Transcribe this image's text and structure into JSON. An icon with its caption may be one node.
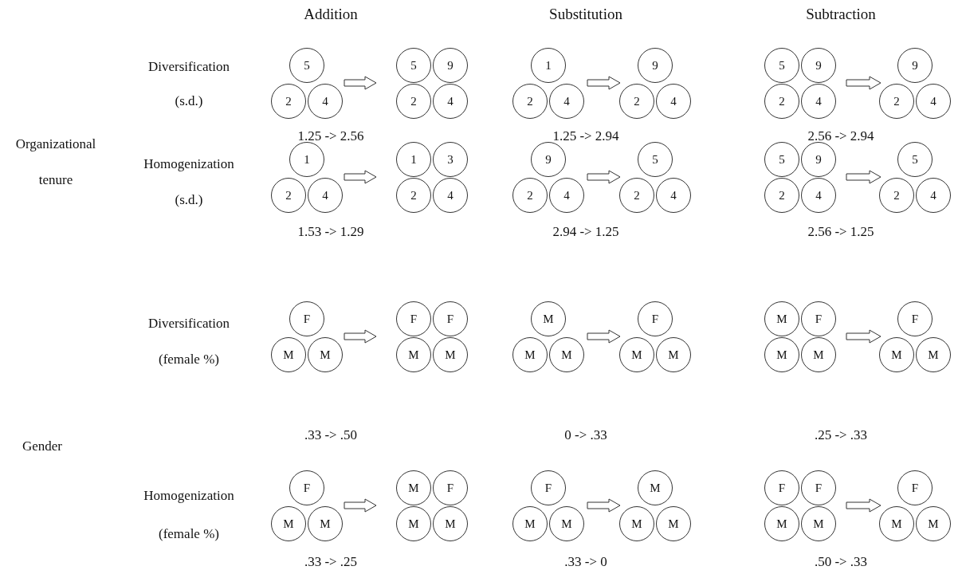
{
  "diagram": {
    "nodes": [
      {
        "text": [],
        "shape": "cluster"
      },
      {
        "text": [
          "5"
        ],
        "in": 0
      },
      {
        "text": [
          "2"
        ],
        "in": 0
      },
      {
        "text": [
          "4"
        ],
        "in": 0
      },
      {
        "text": [],
        "shape": "cluster"
      },
      {
        "text": [
          "5"
        ],
        "in": 4
      },
      {
        "text": [
          "9"
        ],
        "in": 4
      },
      {
        "text": [
          "2"
        ],
        "in": 4
      },
      {
        "text": [
          "4"
        ],
        "in": 4
      },
      {
        "text": [],
        "shape": "cluster"
      },
      {
        "text": [
          "1"
        ],
        "in": 9
      },
      {
        "text": [
          "2"
        ],
        "in": 9
      },
      {
        "text": [
          "4"
        ],
        "in": 9
      },
      {
        "text": [],
        "shape": "cluster"
      },
      {
        "text": [
          "9"
        ],
        "in": 13
      },
      {
        "text": [
          "2"
        ],
        "in": 13
      },
      {
        "text": [
          "4"
        ],
        "in": 13
      },
      {
        "text": [],
        "shape": "cluster"
      },
      {
        "text": [
          "5"
        ],
        "in": 17
      },
      {
        "text": [
          "9"
        ],
        "in": 17
      },
      {
        "text": [
          "2"
        ],
        "in": 17
      },
      {
        "text": [
          "4"
        ],
        "in": 17
      },
      {
        "text": [],
        "shape": "cluster"
      },
      {
        "text": [
          "9"
        ],
        "in": 22
      },
      {
        "text": [
          "2"
        ],
        "in": 22
      },
      {
        "text": [
          "4"
        ],
        "in": 22
      },
      {
        "text": [],
        "shape": "cluster"
      },
      {
        "text": [
          "1"
        ],
        "in": 26
      },
      {
        "text": [
          "2"
        ],
        "in": 26
      },
      {
        "text": [
          "4"
        ],
        "in": 26
      },
      {
        "text": [],
        "shape": "cluster"
      },
      {
        "text": [
          "1"
        ],
        "in": 30
      },
      {
        "text": [
          "3"
        ],
        "in": 30
      },
      {
        "text": [
          "2"
        ],
        "in": 30
      },
      {
        "text": [
          "4"
        ],
        "in": 30
      },
      {
        "text": [],
        "shape": "cluster"
      },
      {
        "text": [
          "9"
        ],
        "in": 35
      },
      {
        "text": [
          "2"
        ],
        "in": 35
      },
      {
        "text": [
          "4"
        ],
        "in": 35
      },
      {
        "text": [],
        "shape": "cluster"
      },
      {
        "text": [
          "5"
        ],
        "in": 39
      },
      {
        "text": [
          "2"
        ],
        "in": 39
      },
      {
        "text": [
          "4"
        ],
        "in": 39
      },
      {
        "text": [],
        "shape": "cluster"
      },
      {
        "text": [
          "5"
        ],
        "in": 43
      },
      {
        "text": [
          "9"
        ],
        "in": 43
      },
      {
        "text": [
          "2"
        ],
        "in": 43
      },
      {
        "text": [
          "4"
        ],
        "in": 43
      },
      {
        "text": [],
        "shape": "cluster"
      },
      {
        "text": [
          "5"
        ],
        "in": 48
      },
      {
        "text": [
          "2"
        ],
        "in": 48
      },
      {
        "text": [
          "4"
        ],
        "in": 48
      },
      {
        "text": [],
        "shape": "cluster"
      },
      {
        "text": [
          "F"
        ],
        "in": 52
      },
      {
        "text": [
          "M"
        ],
        "in": 52
      },
      {
        "text": [
          "M"
        ],
        "in": 52
      },
      {
        "text": [],
        "shape": "cluster"
      },
      {
        "text": [
          "F"
        ],
        "in": 56
      },
      {
        "text": [
          "F"
        ],
        "in": 56
      },
      {
        "text": [
          "M"
        ],
        "in": 56
      },
      {
        "text": [
          "M"
        ],
        "in": 56
      },
      {
        "text": [],
        "shape": "cluster"
      },
      {
        "text": [
          "M"
        ],
        "in": 61
      },
      {
        "text": [
          "M"
        ],
        "in": 61
      },
      {
        "text": [
          "M"
        ],
        "in": 61
      },
      {
        "text": [],
        "shape": "cluster"
      },
      {
        "text": [
          "F"
        ],
        "in": 65
      },
      {
        "text": [
          "M"
        ],
        "in": 65
      },
      {
        "text": [
          "M"
        ],
        "in": 65
      },
      {
        "text": [],
        "shape": "cluster"
      },
      {
        "text": [
          "M"
        ],
        "in": 69
      },
      {
        "text": [
          "F"
        ],
        "in": 69
      },
      {
        "text": [
          "M"
        ],
        "in": 69
      },
      {
        "text": [
          "M"
        ],
        "in": 69
      },
      {
        "text": [],
        "shape": "cluster"
      },
      {
        "text": [
          "F"
        ],
        "in": 74
      },
      {
        "text": [
          "M"
        ],
        "in": 74
      },
      {
        "text": [
          "M"
        ],
        "in": 74
      },
      {
        "text": [],
        "shape": "cluster"
      },
      {
        "text": [
          "F"
        ],
        "in": 78
      },
      {
        "text": [
          "M"
        ],
        "in": 78
      },
      {
        "text": [
          "M"
        ],
        "in": 78
      },
      {
        "text": [],
        "shape": "cluster"
      },
      {
        "text": [
          "M"
        ],
        "in": 82
      },
      {
        "text": [
          "F"
        ],
        "in": 82
      },
      {
        "text": [
          "M"
        ],
        "in": 82
      },
      {
        "text": [
          "M"
        ],
        "in": 82
      },
      {
        "text": [],
        "shape": "cluster"
      },
      {
        "text": [
          "F"
        ],
        "in": 87
      },
      {
        "text": [
          "M"
        ],
        "in": 87
      },
      {
        "text": [
          "M"
        ],
        "in": 87
      },
      {
        "text": [],
        "shape": "cluster"
      },
      {
        "text": [
          "M"
        ],
        "in": 91
      },
      {
        "text": [
          "M"
        ],
        "in": 91
      },
      {
        "text": [
          "M"
        ],
        "in": 91
      },
      {
        "text": [],
        "shape": "cluster"
      },
      {
        "text": [
          "F"
        ],
        "in": 95
      },
      {
        "text": [
          "F"
        ],
        "in": 95
      },
      {
        "text": [
          "M"
        ],
        "in": 95
      },
      {
        "text": [
          "M"
        ],
        "in": 95
      },
      {
        "text": [],
        "shape": "cluster"
      },
      {
        "text": [
          "F"
        ],
        "in": 100
      },
      {
        "text": [
          "M"
        ],
        "in": 100
      },
      {
        "text": [
          "M"
        ],
        "in": 100
      }
    ],
    "edges": [
      {
        "from": 0,
        "to": 4,
        "arrow": "to"
      },
      {
        "from": 9,
        "to": 13,
        "arrow": "to"
      },
      {
        "from": 17,
        "to": 22,
        "arrow": "to"
      },
      {
        "from": 26,
        "to": 30,
        "arrow": "to"
      },
      {
        "from": 35,
        "to": 39,
        "arrow": "to"
      },
      {
        "from": 43,
        "to": 48,
        "arrow": "to"
      },
      {
        "from": 52,
        "to": 56,
        "arrow": "to"
      },
      {
        "from": 61,
        "to": 65,
        "arrow": "to"
      },
      {
        "from": 69,
        "to": 74,
        "arrow": "to"
      },
      {
        "from": 78,
        "to": 82,
        "arrow": "to"
      },
      {
        "from": 87,
        "to": 91,
        "arrow": "to"
      },
      {
        "from": 95,
        "to": 100,
        "arrow": "to"
      }
    ],
    "labels": [
      "Addition",
      "Substitution",
      "Subtraction",
      "Diversification (s.d.)",
      "Organizational tenure",
      "1.25 -> 2.56",
      "1.25 -> 2.94",
      "2.56 -> 2.94",
      "Homogenization (s.d.)",
      "1.53 -> 1.29",
      "2.94 -> 1.25",
      "2.56 -> 1.25",
      "Diversification (female %)",
      ".33 -> .50",
      "0 -> .33",
      ".25 -> .33",
      "Gender",
      "Homogenization (female %)",
      ".33 -> .25",
      ".33 -> 0",
      ".50 -> .33"
    ]
  }
}
